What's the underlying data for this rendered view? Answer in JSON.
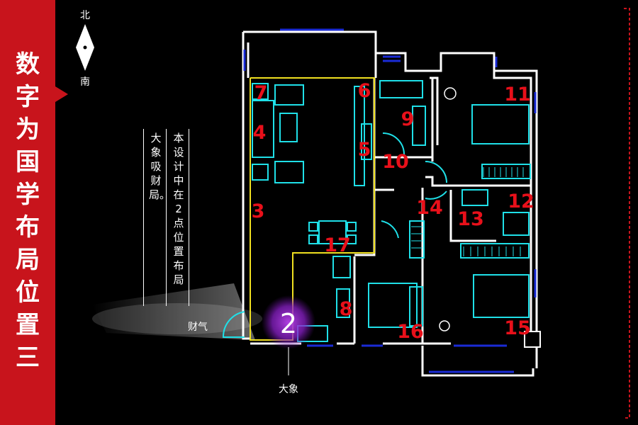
{
  "sidebar": {
    "title_chars": [
      "数",
      "字",
      "为",
      "国",
      "学",
      "布",
      "局",
      "位",
      "置",
      "三"
    ]
  },
  "compass": {
    "north": "北",
    "south": "南"
  },
  "caption": {
    "col1": "本设计中在2点位置布局",
    "col2": "大象吸财局。"
  },
  "labels": {
    "wealth_qi": "财气",
    "elephant": "大象",
    "marker": "2"
  },
  "room_numbers": [
    "7",
    "6",
    "11",
    "4",
    "9",
    "5",
    "10",
    "12",
    "3",
    "14",
    "13",
    "17",
    "8",
    "16",
    "15"
  ],
  "colors": {
    "sidebar": "#c8141c",
    "number": "#e8101a",
    "wall": "#ffffff",
    "fixture": "#1fe0e8",
    "highlight": "#f0e020",
    "window": "#1a2bd6"
  }
}
